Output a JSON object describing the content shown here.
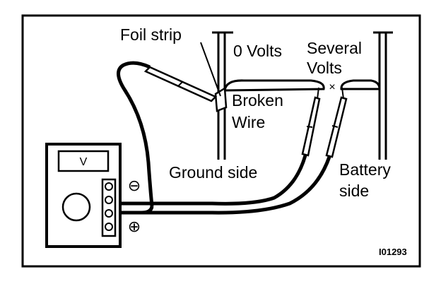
{
  "labels": {
    "foil_strip": "Foil strip",
    "zero_volts": "0 Volts",
    "several_volts_line1": "Several",
    "several_volts_line2": "Volts",
    "broken_wire_line1": "Broken",
    "broken_wire_line2": "Wire",
    "ground_side": "Ground side",
    "battery_side_line1": "Battery",
    "battery_side_line2": "side",
    "break_mark": "×",
    "figure_id": "I01293"
  },
  "meter": {
    "display_unit": "V",
    "negative_symbol": "⊖",
    "positive_symbol": "⊕"
  },
  "colors": {
    "ink": "#000000",
    "paper": "#ffffff"
  }
}
